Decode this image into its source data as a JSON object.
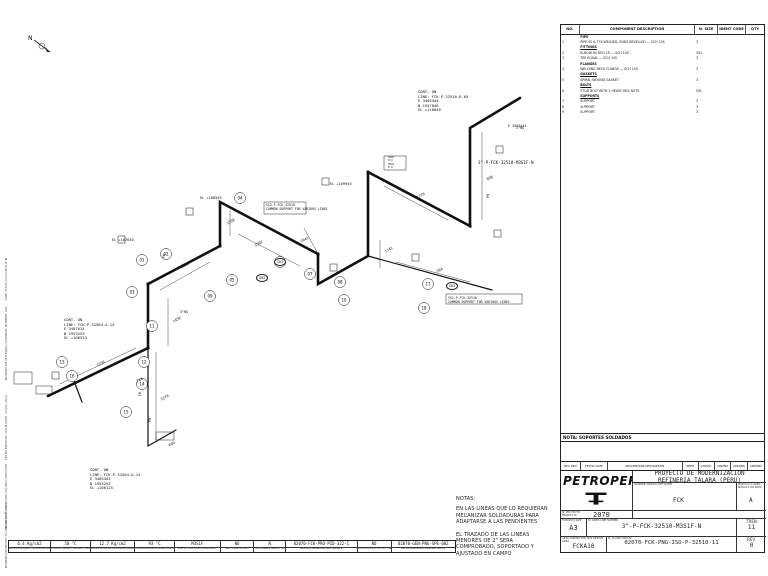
{
  "drawing": {
    "north_label": "N",
    "callouts": {
      "cont_top": [
        "CONT. ON",
        "LINE: FCK-P-32510-R-65",
        "E 3405444",
        "N 1947846",
        "EL +110840"
      ],
      "cont_left": [
        "CONT. ON",
        "LINE: FCK-P-32504-A-14",
        "E 3407614",
        "N 1953253",
        "EL +106323"
      ],
      "cont_bottom": [
        "CONT. ON",
        "LINE: FCK-P-32504-A-14",
        "E 3405443",
        "N 1953253",
        "EL +106125"
      ],
      "line_tag": "3\"-P-FCK-32510-M3S1F-N",
      "tee_top": [
        "TROL",
        "H.O",
        "TROL",
        "H.O"
      ],
      "support_upper": [
        "SS2-P-FCK-32510",
        "COMMON SUPPORT FOR VARIOUS LINES"
      ],
      "support_right": [
        "SS2-P-FCK-32510",
        "COMMON SUPPORT FOR VARIOUS LINES"
      ],
      "elev_1": "EL +108595",
      "elev_2": "EL +109945",
      "elev_3": "EL +107630",
      "east_1": "E 3405444",
      "nodes": [
        "01",
        "02",
        "03",
        "04",
        "05",
        "06",
        "07",
        "08",
        "09",
        "10",
        "11",
        "12",
        "13",
        "14",
        "15",
        "16",
        "17",
        "18"
      ],
      "fw": [
        "FW",
        "FW",
        "FW",
        "FW"
      ],
      "dim_values": [
        "1340",
        "1502",
        "1270",
        "2270",
        "1450",
        "2250",
        "1141",
        "898",
        "2041",
        "564",
        "1538",
        "764",
        "660"
      ],
      "ss_tags": [
        "S01",
        "S02",
        "S03"
      ],
      "small_text": [
        "3\"NS",
        "3\"NS"
      ]
    }
  },
  "component_table": {
    "headers": [
      "NO.",
      "COMPONENT DESCRIPTION",
      "N. SIZE",
      "IDENT CODE",
      "QTY"
    ],
    "rows": [
      {
        "no": "",
        "desc": "PIPE",
        "size": "",
        "code": "",
        "qty": "",
        "group": true
      },
      {
        "no": "1",
        "desc": "PIPE SS A-778 WELDED, ENDS BEVELLED — SCH 10S",
        "size": "3",
        "code": "",
        "qty": "",
        "group": false
      },
      {
        "no": "",
        "desc": "FITTINGS",
        "size": "",
        "code": "",
        "qty": "",
        "group": true
      },
      {
        "no": "2",
        "desc": "ELBOW 90 DEG LR — SCH 10S",
        "size": "3X2",
        "code": "",
        "qty": "",
        "group": false
      },
      {
        "no": "3",
        "desc": "TEE EQUAL — SCH 10S",
        "size": "3",
        "code": "",
        "qty": "",
        "group": false
      },
      {
        "no": "",
        "desc": "FLANGES",
        "size": "",
        "code": "",
        "qty": "",
        "group": true
      },
      {
        "no": "4",
        "desc": "WELDING NECK FLANGE — SCH 10S",
        "size": "3",
        "code": "",
        "qty": "",
        "group": false
      },
      {
        "no": "",
        "desc": "GASKETS",
        "size": "",
        "code": "",
        "qty": "",
        "group": true
      },
      {
        "no": "5",
        "desc": "SPIRAL WOUND GASKET",
        "size": "3",
        "code": "",
        "qty": "",
        "group": false
      },
      {
        "no": "",
        "desc": "BOLTS",
        "size": "",
        "code": "",
        "qty": "",
        "group": true
      },
      {
        "no": "6",
        "desc": "STUD BOLT WITH 2 HEAVY HEX NUTS",
        "size": "5/8",
        "code": "",
        "qty": "",
        "group": false
      },
      {
        "no": "",
        "desc": "SUPPORTS",
        "size": "",
        "code": "",
        "qty": "",
        "group": true
      },
      {
        "no": "7",
        "desc": "SUPPORT",
        "size": "3",
        "code": "",
        "qty": "",
        "group": false
      },
      {
        "no": "8",
        "desc": "SUPPORT",
        "size": "3",
        "code": "",
        "qty": "",
        "group": false
      },
      {
        "no": "9",
        "desc": "SUPPORT",
        "size": "3",
        "code": "",
        "qty": "",
        "group": false
      }
    ]
  },
  "notes_soportes": "NOTA: SOPORTES SOLDADOS",
  "revision_headers": [
    "REV. REV.",
    "FECHA DATE",
    "DESCRIPCION DESCRIPTION",
    "PREP.",
    "CHEQU.",
    "DISEÑO",
    "APROBÓ",
    "APROBÓ"
  ],
  "title_block": {
    "company": "PETROPERU",
    "project_title": "PROYECTO DE MODERNIZACION",
    "project_subtitle": "REFINERIA TALARA (PERU)",
    "unit_label": "NOMBRE UNIDAD UNIT NAME",
    "unit_value": "FCK",
    "module_label": "MODULO O AREA MODULE OR AREA",
    "module_value": "A",
    "project_no_label": "Nº PROYECTO PROJECT Nº",
    "project_no_value": "2070",
    "format_label": "FORMATO SIZE",
    "format_value": "A3",
    "line_label": "Nº LINEA LINE NUMBER",
    "line_value": "3\"-P-FCK-32510-M3S1F-N",
    "tren_label": "TREN",
    "tren_value": "11",
    "rev_label": "REV.",
    "rev_value": "0",
    "area_label": "AREA DISEÑO POR PDS DESIGN AREA",
    "area_value": "FCKA10",
    "plano_label": "Nº PLANO DWG Nº",
    "plano_value": "02070-FCK-PNG-ISO-P-32510-11"
  },
  "notes": {
    "header": "NOTAS:",
    "lines": [
      "EN LAS LINEAS QUE LO REQUIERAN",
      "MECANIZAR SOLDADURAS PARA",
      "ADAPTARSE A LAS PENDIENTES",
      "",
      "EL TRAZADO DE LAS LINEAS",
      "MENORES DE 2\" SERA",
      "COMPROBADO, SOPORTADO Y",
      "AJUSTADO EN CAMPO"
    ]
  },
  "design_data": [
    {
      "value": "6.4 Kg/cm2",
      "label": "PRESION OPERAC. OPERAT.PRESSURE"
    },
    {
      "value": "50 °C",
      "label": "TEMPER. OPERAC. OPERAT.TEMPER."
    },
    {
      "value": "12.7 Kg/cm2",
      "label": "PRESION DISEÑO DESIGN.PRESSURE"
    },
    {
      "value": "93 °C",
      "label": "TEMPER.DISEÑO DESIGN.TEMPER."
    },
    {
      "value": "M3S1F",
      "label": "ESPECIF. MATERIAL PIPING SPEC."
    },
    {
      "value": "NO",
      "label": "TRAT.TERMICO PWHT"
    },
    {
      "value": "N",
      "label": "TIPO AISLAM. INSUL.TYPE"
    },
    {
      "value": "02070-FCK-PRO-PID-322-1",
      "label": "NUMERO DIAGRAMA P&ID NUMBER"
    },
    {
      "value": "NO",
      "label": "AFECTA A PROT. AFFECT PROT."
    },
    {
      "value": "02070-GEN-PNG-SPE-002",
      "label": "NOTAS GENERALES GENERAL NOTES"
    }
  ],
  "side_texts": [
    "LINE: FCK-P-32510-M3S1F-N",
    "NUMERO DE MATERIAL / MATERIAL NUMBER: 002",
    "FECHA EMISION / ISSUE DATE: 14-JUL-2010",
    "FECHA DE EXTRACCION / EXTRACTION DATE",
    "NUMERO DE PROYECTO / PROJECT Nº: 2070"
  ]
}
